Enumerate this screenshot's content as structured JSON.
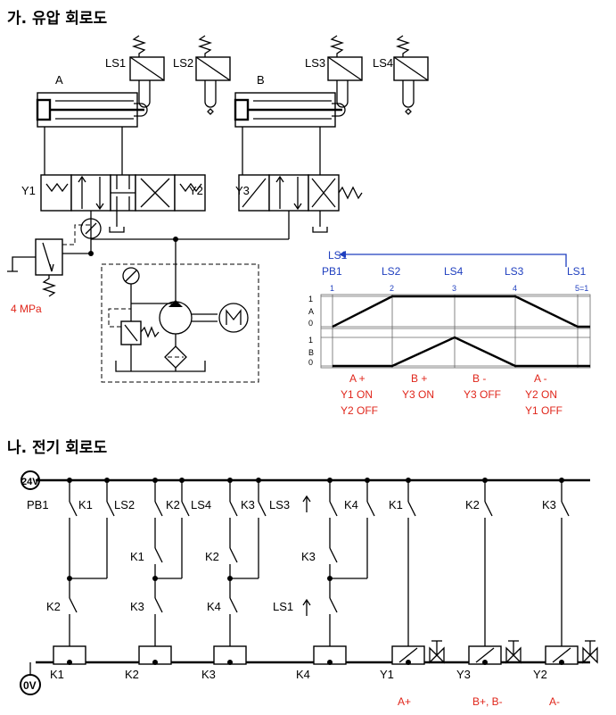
{
  "hydraulic": {
    "title": "가. 유압 회로도",
    "cyl_a": "A",
    "cyl_b": "B",
    "ls1": "LS1",
    "ls2": "LS2",
    "ls3": "LS3",
    "ls4": "LS4",
    "y1": "Y1",
    "y2": "Y2",
    "y3": "Y3",
    "pressure": "4 MPa"
  },
  "timing": {
    "loop_label": "LS1",
    "top_labels": [
      "PB1",
      "LS2",
      "LS4",
      "LS3",
      "LS1"
    ],
    "steps": [
      "1",
      "2",
      "3",
      "4",
      "5=1"
    ],
    "row_a": "A",
    "row_b": "B",
    "lvl1": "1",
    "lvl0": "0",
    "actions": [
      "A +",
      "B +",
      "B -",
      "A -"
    ],
    "notes": [
      [
        "Y1 ON",
        "Y2 OFF"
      ],
      [
        "Y3 ON"
      ],
      [
        "Y3 OFF"
      ],
      [
        "Y2 ON",
        "Y1 OFF"
      ]
    ],
    "chart_data": {
      "type": "line",
      "x": [
        1,
        2,
        3,
        4,
        5
      ],
      "series": [
        {
          "name": "A",
          "values": [
            0,
            1,
            1,
            1,
            0
          ]
        },
        {
          "name": "B",
          "values": [
            0,
            0,
            1,
            0,
            0
          ]
        }
      ]
    }
  },
  "electric": {
    "title": "나. 전기 회로도",
    "v24": "24V",
    "v0": "0V",
    "pb1": "PB1",
    "k1": "K1",
    "k2": "K2",
    "k3": "K3",
    "k4": "K4",
    "ls1": "LS1",
    "ls2": "LS2",
    "ls3": "LS3",
    "ls4": "LS4",
    "y1": "Y1",
    "y2": "Y2",
    "y3": "Y3",
    "out_y1": "A+",
    "out_y3": "B+, B-",
    "out_y2": "A-"
  }
}
